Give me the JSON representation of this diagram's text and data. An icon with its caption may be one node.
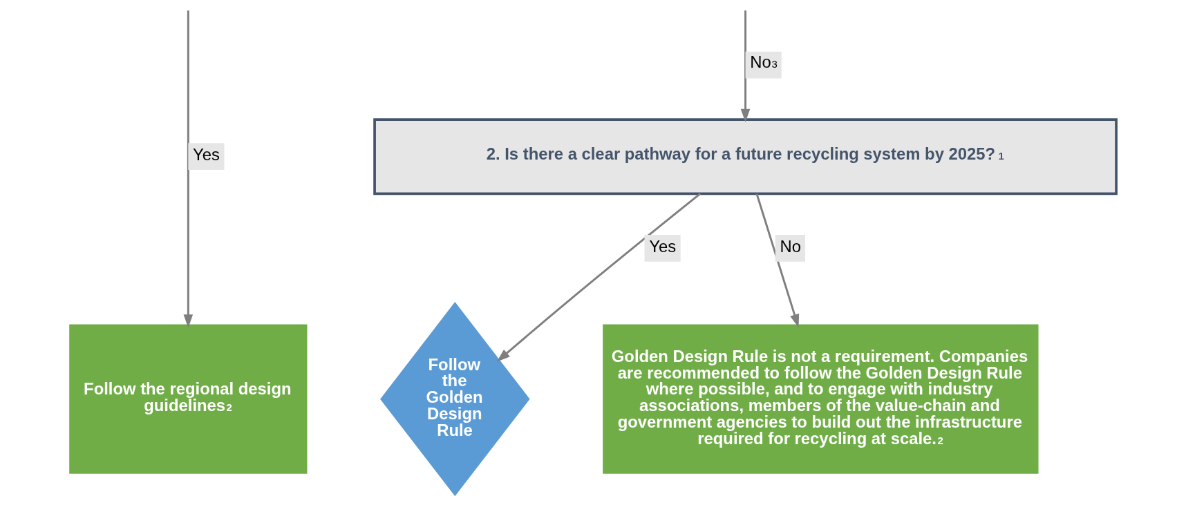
{
  "diagram": {
    "nodes": [
      {
        "text": [
          "Follow the regional design guidelines$^{2}$"
        ]
      },
      {
        "text": [
          "2. Is there a clear pathway for a future recycling system by 2025?$^{1}$"
        ]
      },
      {
        "text": [
          "Follow the Golden Design Rule"
        ]
      },
      {
        "text": [
          "Golden Design Rule is not a requirement. Companies are recommended to follow the Golden Design Rule where possible, and to engage with industry associations, members of the value-chain and government agencies to build out the infrastructure required for recycling at scale.$^{2}$"
        ]
      }
    ],
    "edges": [
      {
        "from": null,
        "to": 0,
        "arrow": "to",
        "label": "Yes"
      },
      {
        "from": null,
        "to": 1,
        "arrow": "to",
        "label": "No$^{3}$"
      },
      {
        "from": 1,
        "to": 2,
        "arrow": "to",
        "label": "Yes"
      },
      {
        "from": 1,
        "to": 3,
        "arrow": "to",
        "label": "No"
      }
    ]
  }
}
